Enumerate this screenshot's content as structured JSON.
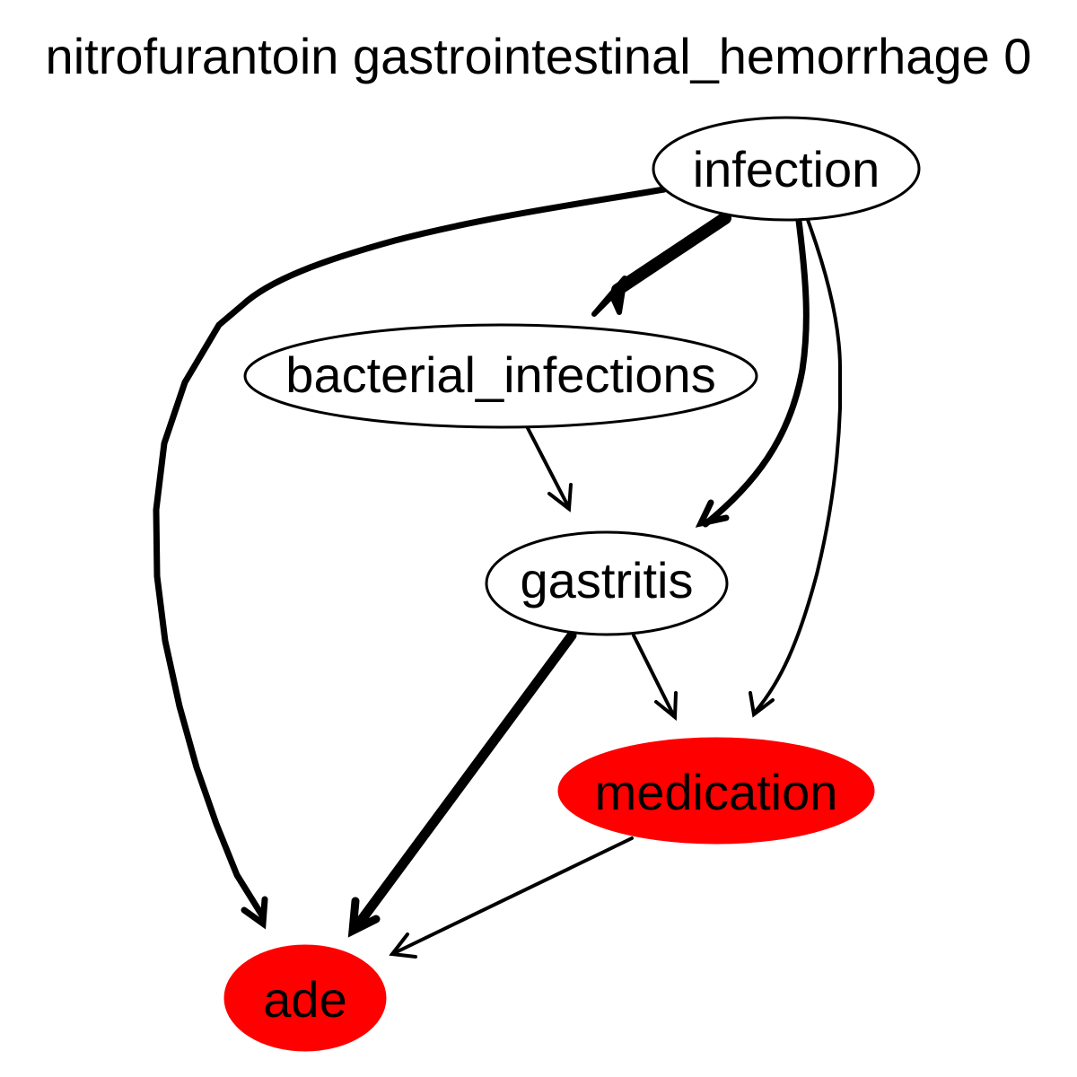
{
  "title": "nitrofurantoin gastrointestinal_hemorrhage 0",
  "nodes": {
    "infection": {
      "label": "infection",
      "fill": "#ffffff"
    },
    "bacterial_infections": {
      "label": "bacterial_infections",
      "fill": "#ffffff"
    },
    "gastritis": {
      "label": "gastritis",
      "fill": "#ffffff"
    },
    "medication": {
      "label": "medication",
      "fill": "#ff0000"
    },
    "ade": {
      "label": "ade",
      "fill": "#ff0000"
    }
  },
  "edges": [
    {
      "from": "infection",
      "to": "bacterial_infections",
      "weight": "heavy"
    },
    {
      "from": "infection",
      "to": "ade",
      "weight": "medium"
    },
    {
      "from": "infection",
      "to": "gastritis",
      "weight": "medium"
    },
    {
      "from": "infection",
      "to": "medication",
      "weight": "light"
    },
    {
      "from": "bacterial_infections",
      "to": "gastritis",
      "weight": "light"
    },
    {
      "from": "gastritis",
      "to": "ade",
      "weight": "heavy"
    },
    {
      "from": "gastritis",
      "to": "medication",
      "weight": "light"
    },
    {
      "from": "medication",
      "to": "ade",
      "weight": "light"
    }
  ],
  "colors": {
    "highlight": "#ff0000",
    "default_fill": "#ffffff",
    "stroke": "#000000"
  }
}
